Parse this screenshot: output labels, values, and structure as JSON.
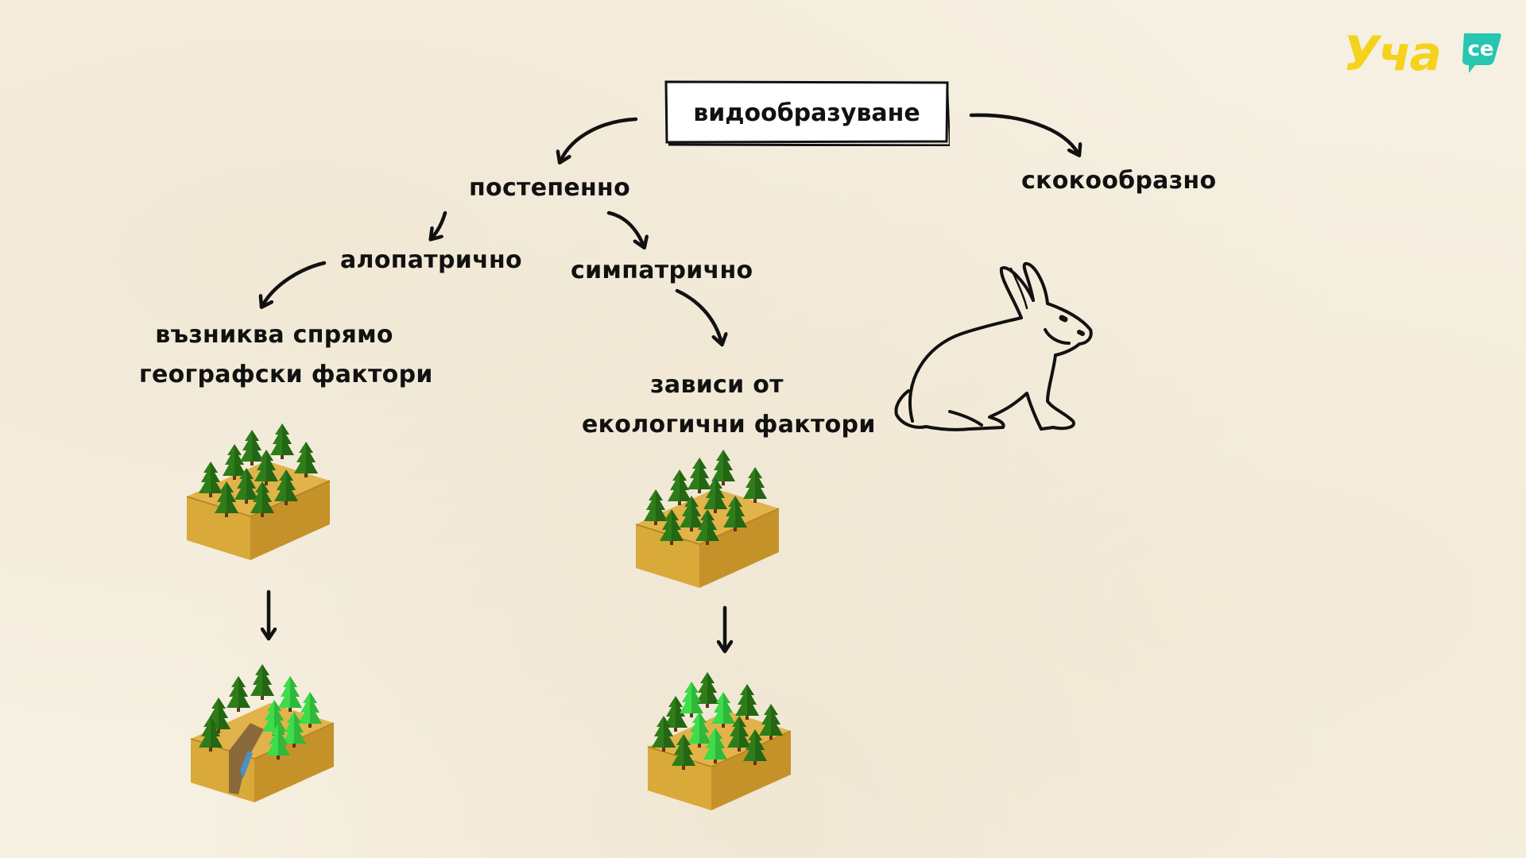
{
  "logo": {
    "name": "Уча",
    "badge": "се"
  },
  "title": "видообразуване",
  "nodes": {
    "gradual": "постепенно",
    "saltational": "скокообразно",
    "allopatric": "алопатрично",
    "sympatric": "симпатрично",
    "allopatric_desc_line1": "възниква спрямо",
    "allopatric_desc_line2": "географски фактори",
    "sympatric_desc_line1": "зависи от",
    "sympatric_desc_line2": "екологични фактори"
  },
  "colors": {
    "background": "#f6f0e2",
    "ink": "#111111",
    "logo_yellow": "#f5d21c",
    "logo_teal": "#26c6b0",
    "tree_dark": "#2e7d1a",
    "tree_light": "#3ddc4a",
    "soil": "#d9a93a",
    "water": "#4a90c8"
  },
  "icons": [
    "arrow-icon",
    "rabbit-icon",
    "forest-block-icon",
    "split-forest-block-icon",
    "mixed-forest-block-icon"
  ]
}
